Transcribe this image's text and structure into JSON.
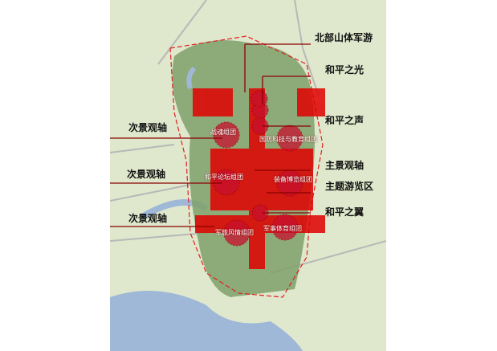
{
  "labels_right": [
    "北部山体军游",
    "和平之光",
    "和平之声",
    "主景观轴",
    "主题游览区",
    "和平之翼"
  ],
  "labels_left": [
    "次景观轴",
    "次景观轴",
    "次景观轴"
  ],
  "zones": [
    "战魂组团",
    "国防科技与教育组团",
    "和平论坛组团",
    "装备博览组团",
    "军旅风情组团",
    "军事体育组团"
  ],
  "colors": {
    "accent": "#e00000",
    "land": "#dfe8cc",
    "park": "#7fa06a",
    "water": "#9fb8d8"
  }
}
